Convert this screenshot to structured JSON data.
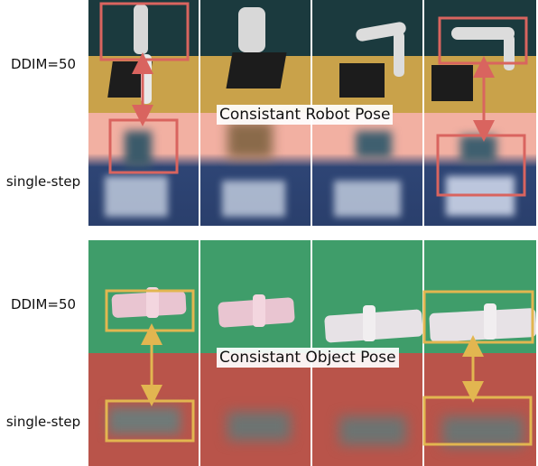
{
  "groups": [
    {
      "name": "robot",
      "row_labels": [
        "DDIM=50",
        "single-step"
      ],
      "caption": "Consistant Robot Pose",
      "box_color": "#d9645f"
    },
    {
      "name": "object",
      "row_labels": [
        "DDIM=50",
        "single-step"
      ],
      "caption": "Consistant Object Pose",
      "box_color": "#e2b650"
    }
  ],
  "colors": {
    "robot_wall": "#1e3f43",
    "robot_table": "#c9a24a",
    "robot_noisy_top": "#f0a79a",
    "robot_noisy_bottom": "#334a7a",
    "object_green": "#3f9d6a",
    "object_noisy": "#b9544a"
  }
}
